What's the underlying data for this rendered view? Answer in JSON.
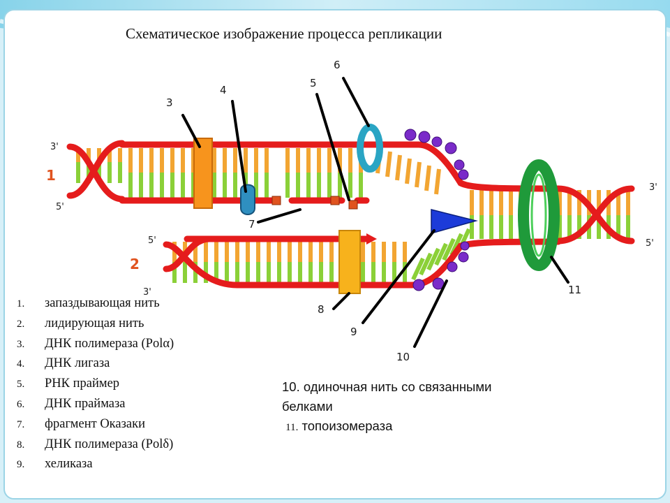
{
  "title": "Схематическое изображение процесса репликации",
  "colors": {
    "backbone": "#e51c1c",
    "base_orange": "#f2a532",
    "base_green": "#8bd038",
    "polymerase": "#f7941d",
    "primase": "#2aa5c4",
    "topoisomerase": "#1f9a3a",
    "helicase": "#1c3bd9",
    "ssb_protein": "#7a2bc9",
    "rna_primer": "#e0531f",
    "label_orange": "#e0531f"
  },
  "icons": {
    "ligase": "ligase-shape",
    "primase": "ring",
    "topoisomerase": "ring",
    "helicase": "triangle",
    "ssb": "purple-dots"
  },
  "diagram": {
    "strand_labels": {
      "s1": "1",
      "s2": "2"
    },
    "ends": {
      "left_top_3": "3'",
      "left_top_5": "5'",
      "left_bot_5": "5'",
      "left_bot_3": "3'",
      "right_3": "3'",
      "right_5": "5'"
    },
    "callouts": {
      "c3": "3",
      "c4": "4",
      "c5": "5",
      "c6": "6",
      "c7": "7",
      "c8": "8",
      "c9": "9",
      "c10": "10",
      "c11": "11"
    }
  },
  "legend": [
    {
      "num": "1.",
      "text": "запаздывающая нить"
    },
    {
      "num": "2.",
      "text": "лидирующая нить"
    },
    {
      "num": "3.",
      "text": "ДНК полимераза (Polα)"
    },
    {
      "num": "4.",
      "text": "ДНК лигаза"
    },
    {
      "num": "5.",
      "text": "РНК праймер"
    },
    {
      "num": "6.",
      "text": "ДНК праймаза"
    },
    {
      "num": "7.",
      "text": "фрагмент Оказаки"
    },
    {
      "num": "8.",
      "text": "ДНК полимераза (Polδ)"
    },
    {
      "num": "9.",
      "text": "хеликаза"
    }
  ],
  "legend2": {
    "item10_line1": "10. одиночная нить со связанными",
    "item10_line2": "белками",
    "item11_num": "11.",
    "item11_text": "топоизомераза"
  }
}
